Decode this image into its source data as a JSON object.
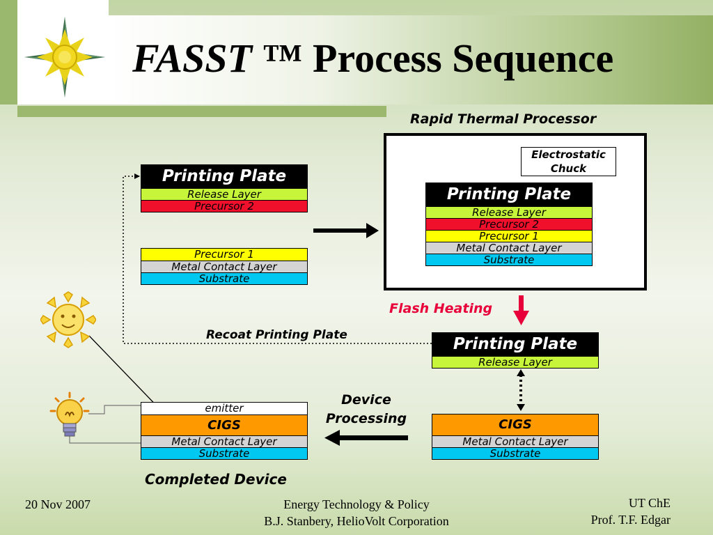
{
  "title": {
    "italic_part": "FASST",
    "rest": " ™ Process Sequence"
  },
  "rtp": {
    "label": "Rapid Thermal Processor",
    "chuck_line1": "Electrostatic",
    "chuck_line2": "Chuck",
    "plate": "Printing Plate",
    "layers": [
      "Release Layer",
      "Precursor 2",
      "Precursor 1",
      "Metal Contact Layer",
      "Substrate"
    ]
  },
  "left_plate": {
    "plate": "Printing Plate",
    "layers": [
      "Release Layer",
      "Precursor 2"
    ]
  },
  "left_stack": {
    "layers": [
      "Precursor 1",
      "Metal Contact Layer",
      "Substrate"
    ]
  },
  "flash_heating": "Flash Heating",
  "recoat_label": "Recoat Printing Plate",
  "right_plate": {
    "plate": "Printing Plate",
    "layers": [
      "Release Layer"
    ]
  },
  "right_device": {
    "layers": [
      "CIGS",
      "Metal Contact Layer",
      "Substrate"
    ]
  },
  "device_processing": {
    "line1": "Device",
    "line2": "Processing"
  },
  "completed_device": {
    "layers": [
      "emitter",
      "CIGS",
      "Metal Contact Layer",
      "Substrate"
    ],
    "label": "Completed Device"
  },
  "footer": {
    "date": "20 Nov 2007",
    "center_line1": "Energy Technology & Policy",
    "center_line2": "B.J. Stanbery, HelioVolt Corporation",
    "right_line1": "UT ChE",
    "right_line2": "Prof. T.F. Edgar"
  },
  "colors": {
    "release": "#c6f53a",
    "precursor2": "#f0102c",
    "precursor1": "#ffff00",
    "metal": "#d4d4d4",
    "substrate": "#00c8f0",
    "cigs": "#ff9900",
    "flash": "#e8003a"
  }
}
